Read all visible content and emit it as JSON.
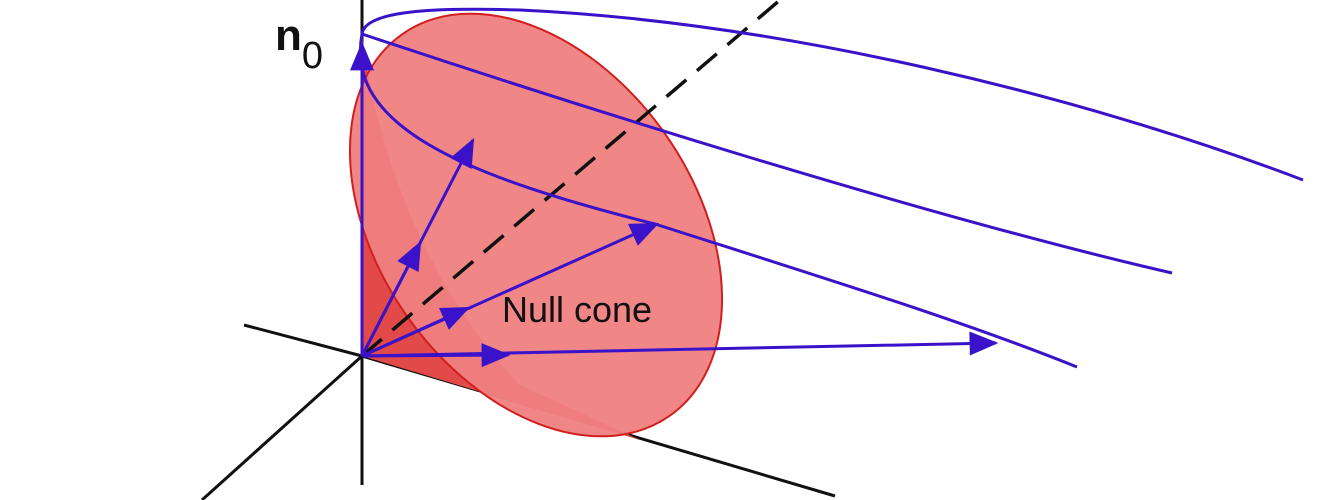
{
  "labels": {
    "n0_main": "n",
    "n0_sub": "0",
    "cone": "Null cone"
  },
  "colors": {
    "background": "#ffffff",
    "axis": "#111111",
    "cone_fill": "#ef8080",
    "cone_inner_fill": "#e24a4a",
    "cone_edge": "#d11f1f",
    "vector": "#3a12c9"
  }
}
